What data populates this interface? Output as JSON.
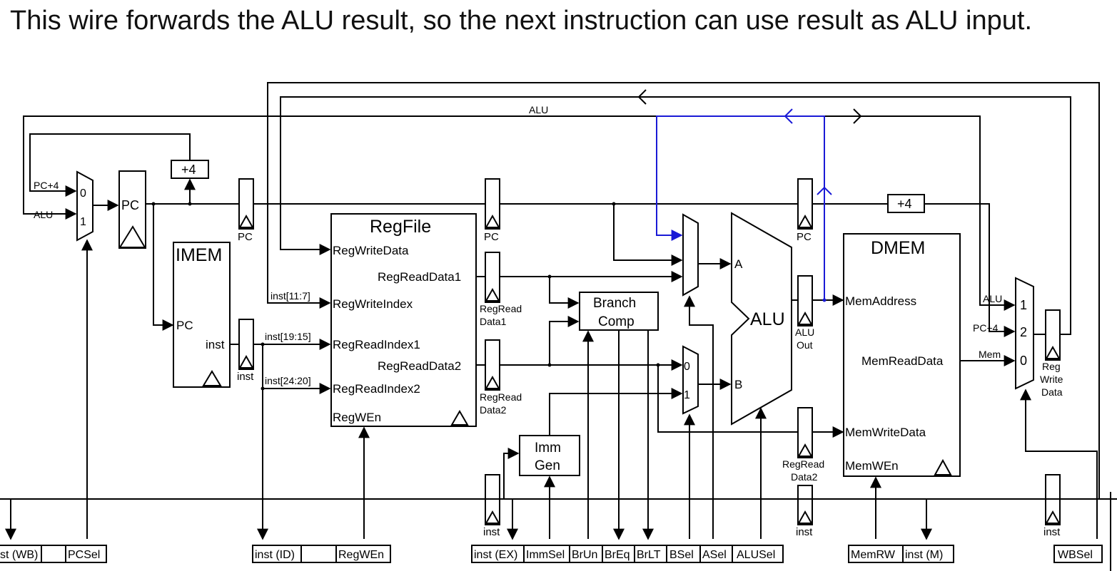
{
  "caption": "This wire forwards the ALU result, so the next instruction can use result as ALU input.",
  "colors": {
    "wire": "#000000",
    "highlight_wire": "#1a1ad6",
    "background": "#ffffff"
  },
  "blocks": {
    "plus4_if": "+4",
    "plus4_mem": "+4",
    "pc": "PC",
    "imem": {
      "title": "IMEM",
      "pc_port": "PC",
      "inst_port": "inst"
    },
    "regfile": {
      "title": "RegFile",
      "ports": [
        "RegWriteData",
        "RegReadData1",
        "RegWriteIndex",
        "RegReadIndex1",
        "RegReadData2",
        "RegReadIndex2",
        "RegWEn"
      ]
    },
    "branch_comp": [
      "Branch",
      "Comp"
    ],
    "imm_gen": [
      "Imm",
      "Gen"
    ],
    "alu": {
      "title": "ALU",
      "in_a": "A",
      "in_b": "B"
    },
    "dmem": {
      "title": "DMEM",
      "ports": [
        "MemAddress",
        "MemReadData",
        "MemWriteData",
        "MemWEn"
      ]
    }
  },
  "mux": {
    "pc_sel": [
      "0",
      "1"
    ],
    "b_sel": [
      "0",
      "1"
    ],
    "wb_sel": [
      "1",
      "2",
      "0"
    ]
  },
  "wire_labels": {
    "pc_plus4": "PC+4",
    "alu": "ALU",
    "alu_top": "ALU",
    "inst_11_7": "inst[11:7]",
    "inst_19_15": "inst[19:15]",
    "inst_24_20": "inst[24:20]",
    "wb_alu": "ALU",
    "wb_pc4": "PC+4",
    "wb_mem": "Mem"
  },
  "pipeline_regs": {
    "pc_if": "PC",
    "inst_id": "inst",
    "pc_ex": "PC",
    "rrd1": [
      "RegRead",
      "Data1"
    ],
    "rrd2": [
      "RegRead",
      "Data2"
    ],
    "inst_ex": "inst",
    "pc_mem": "PC",
    "alu_out": [
      "ALU",
      "Out"
    ],
    "rrd2_mem": [
      "RegRead",
      "Data2"
    ],
    "inst_mem": "inst",
    "reg_write_data": [
      "Reg",
      "Write",
      "Data"
    ],
    "inst_wb": "inst"
  },
  "control_bar": [
    "st (WB)",
    "",
    "PCSel",
    "inst (ID)",
    "",
    "RegWEn",
    "inst (EX)",
    "ImmSel",
    "BrUn",
    "BrEq",
    "BrLT",
    "BSel",
    "ASel",
    "ALUSel",
    "MemRW",
    "inst (M)",
    "WBSel"
  ]
}
